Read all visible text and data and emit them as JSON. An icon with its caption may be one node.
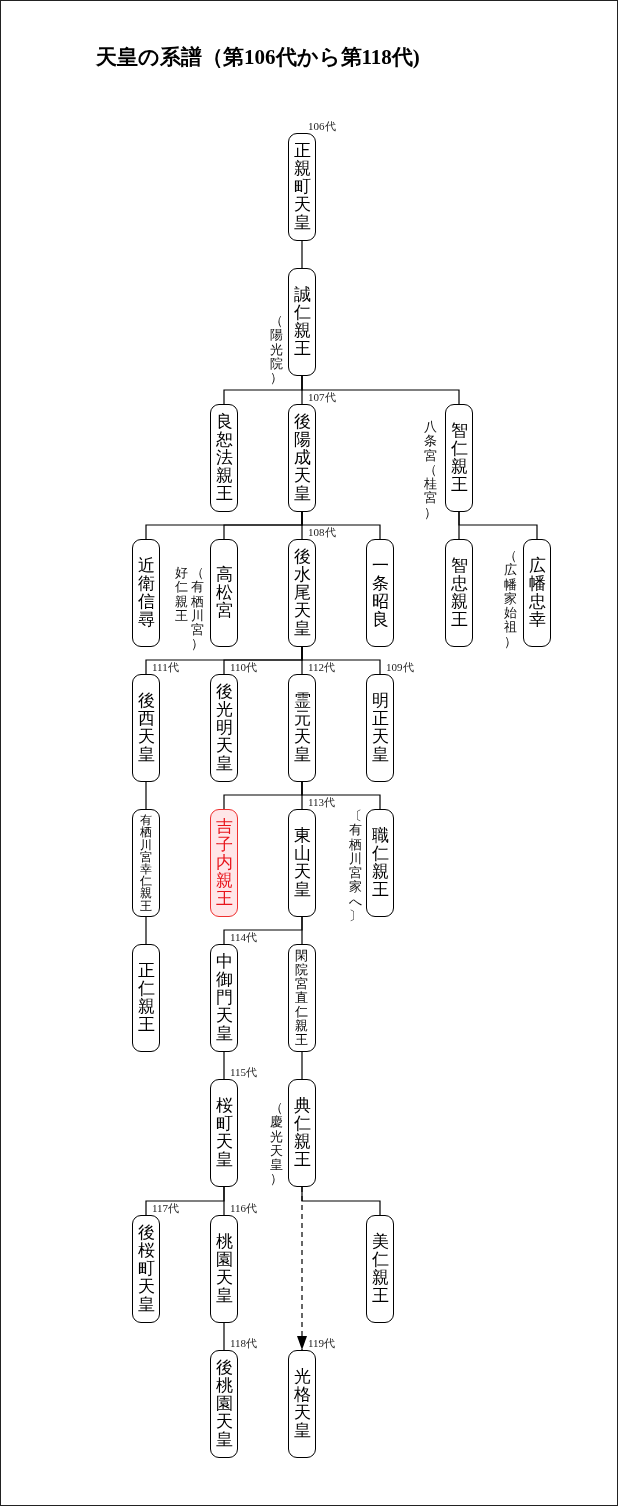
{
  "diagram": {
    "title": "天皇の系譜（第106代から第118代)",
    "nodes": [
      {
        "text": [
          "正親町天皇"
        ],
        "beside": [
          "106代"
        ]
      },
      {
        "text": [
          "誠仁親王"
        ],
        "beside": [
          "（陽光院）"
        ]
      },
      {
        "text": [
          "良恕法親王"
        ]
      },
      {
        "text": [
          "後陽成天皇"
        ],
        "beside": [
          "107代"
        ]
      },
      {
        "text": [
          "智仁親王"
        ],
        "beside": [
          "八条宮（桂宮）"
        ]
      },
      {
        "text": [
          "近衛信尋"
        ]
      },
      {
        "text": [
          "高松宮"
        ],
        "beside": [
          "（有栖川宮）好仁親王"
        ]
      },
      {
        "text": [
          "後水尾天皇"
        ],
        "beside": [
          "108代"
        ]
      },
      {
        "text": [
          "一条昭良"
        ]
      },
      {
        "text": [
          "智忠親王"
        ]
      },
      {
        "text": [
          "広幡忠幸"
        ],
        "beside": [
          "（広幡家始祖）"
        ]
      },
      {
        "text": [
          "後西天皇"
        ],
        "beside": [
          "111代"
        ]
      },
      {
        "text": [
          "後光明天皇"
        ],
        "beside": [
          "110代"
        ]
      },
      {
        "text": [
          "霊元天皇"
        ],
        "beside": [
          "112代"
        ]
      },
      {
        "text": [
          "明正天皇"
        ],
        "beside": [
          "109代"
        ]
      },
      {
        "text": [
          "有栖川宮幸仁親王"
        ]
      },
      {
        "text": [
          "吉子内親王"
        ]
      },
      {
        "text": [
          "東山天皇"
        ],
        "beside": [
          "113代"
        ]
      },
      {
        "text": [
          "職仁親王"
        ],
        "beside": [
          "〔有栖川宮家へ〕"
        ]
      },
      {
        "text": [
          "正仁親王"
        ]
      },
      {
        "text": [
          "中御門天皇"
        ],
        "beside": [
          "114代"
        ]
      },
      {
        "text": [
          "閑院宮直仁親王"
        ]
      },
      {
        "text": [
          "桜町天皇"
        ],
        "beside": [
          "115代"
        ]
      },
      {
        "text": [
          "典仁親王"
        ],
        "beside": [
          "（慶光天皇）"
        ]
      },
      {
        "text": [
          "後桜町天皇"
        ],
        "beside": [
          "117代"
        ]
      },
      {
        "text": [
          "桃園天皇"
        ],
        "beside": [
          "116代"
        ]
      },
      {
        "text": [
          "美仁親王"
        ]
      },
      {
        "text": [
          "後桃園天皇"
        ],
        "beside": [
          "118代"
        ]
      },
      {
        "text": [
          "光格天皇"
        ],
        "beside": [
          "119代"
        ]
      }
    ],
    "edges": [
      {
        "from": 0,
        "to": 1,
        "arrow": "none"
      },
      {
        "from": 1,
        "to": 2,
        "arrow": "none"
      },
      {
        "from": 1,
        "to": 3,
        "arrow": "none"
      },
      {
        "from": 1,
        "to": 4,
        "arrow": "none"
      },
      {
        "from": 3,
        "to": 5,
        "arrow": "none"
      },
      {
        "from": 3,
        "to": 6,
        "arrow": "none"
      },
      {
        "from": 3,
        "to": 7,
        "arrow": "none"
      },
      {
        "from": 3,
        "to": 8,
        "arrow": "none"
      },
      {
        "from": 4,
        "to": 9,
        "arrow": "none"
      },
      {
        "from": 4,
        "to": 10,
        "arrow": "none"
      },
      {
        "from": 7,
        "to": 11,
        "arrow": "none"
      },
      {
        "from": 7,
        "to": 12,
        "arrow": "none"
      },
      {
        "from": 7,
        "to": 13,
        "arrow": "none"
      },
      {
        "from": 7,
        "to": 14,
        "arrow": "none"
      },
      {
        "from": 11,
        "to": 15,
        "arrow": "none"
      },
      {
        "from": 13,
        "to": 16,
        "arrow": "none"
      },
      {
        "from": 13,
        "to": 17,
        "arrow": "none"
      },
      {
        "from": 13,
        "to": 18,
        "arrow": "none"
      },
      {
        "from": 15,
        "to": 19,
        "arrow": "none"
      },
      {
        "from": 17,
        "to": 20,
        "arrow": "none"
      },
      {
        "from": 17,
        "to": 21,
        "arrow": "none"
      },
      {
        "from": 20,
        "to": 22,
        "arrow": "none"
      },
      {
        "from": 21,
        "to": 23,
        "arrow": "none"
      },
      {
        "from": 22,
        "to": 24,
        "arrow": "none"
      },
      {
        "from": 22,
        "to": 25,
        "arrow": "none"
      },
      {
        "from": 23,
        "to": 26,
        "arrow": "none"
      },
      {
        "from": 23,
        "to": 28,
        "arrow": "to",
        "style": "dashed"
      },
      {
        "from": 25,
        "to": 27,
        "arrow": "none"
      }
    ]
  }
}
